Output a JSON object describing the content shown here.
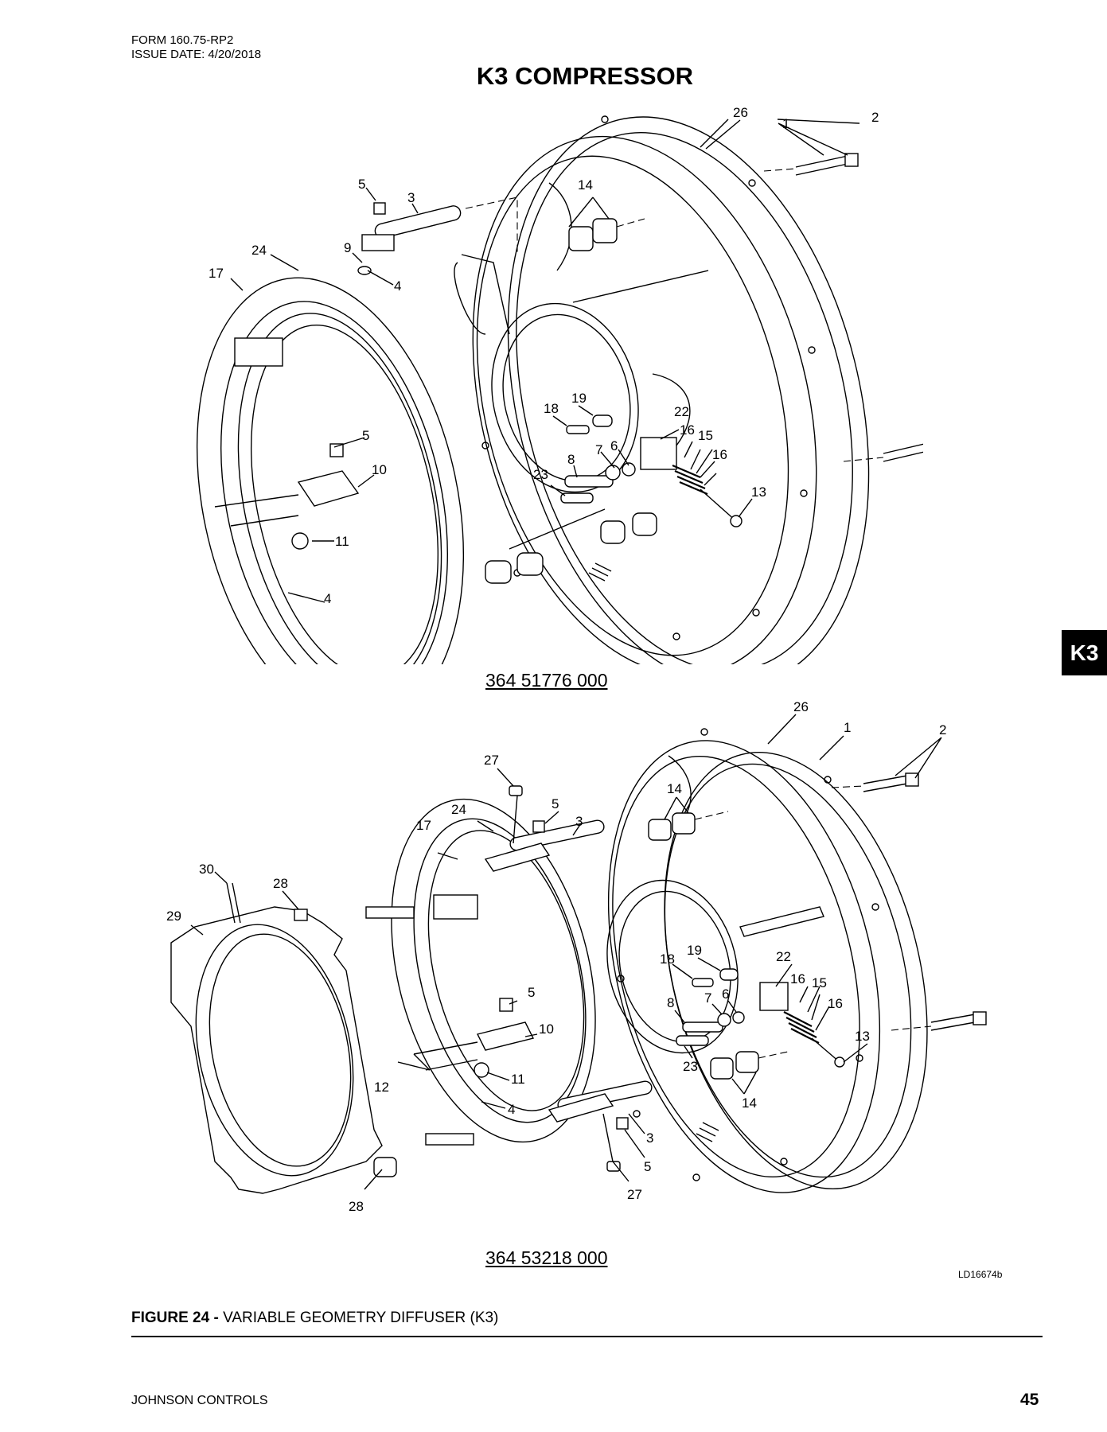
{
  "header": {
    "form": "FORM 160.75-RP2",
    "issue_date": "ISSUE DATE: 4/20/2018",
    "title": "K3 COMPRESSOR"
  },
  "section_tab": "K3",
  "figure_top": {
    "part_number": "364 51776 000",
    "callouts": [
      "26",
      "1",
      "2",
      "14",
      "5",
      "3",
      "9",
      "24",
      "17",
      "4",
      "19",
      "18",
      "22",
      "16",
      "15",
      "16",
      "7",
      "6",
      "8",
      "23",
      "5",
      "10",
      "13",
      "11",
      "4"
    ]
  },
  "figure_bottom": {
    "part_number": "364 53218 000",
    "callouts": [
      "26",
      "1",
      "2",
      "27",
      "14",
      "5",
      "3",
      "24",
      "17",
      "30",
      "28",
      "29",
      "19",
      "18",
      "22",
      "16",
      "15",
      "16",
      "7",
      "6",
      "8",
      "5",
      "10",
      "13",
      "23",
      "12",
      "11",
      "4",
      "14",
      "3",
      "5",
      "27",
      "28"
    ]
  },
  "drawing_id": "LD16674b",
  "caption": {
    "label": "FIGURE 24 -",
    "text": "VARIABLE GEOMETRY DIFFUSER (K3)"
  },
  "footer": {
    "company": "JOHNSON CONTROLS",
    "page": "45"
  }
}
